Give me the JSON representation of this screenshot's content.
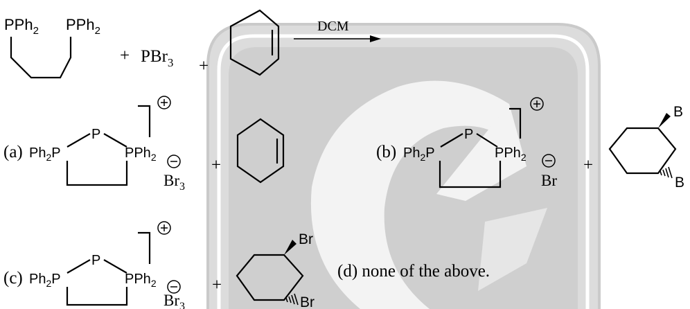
{
  "reaction": {
    "diphosphine": {
      "left_group": "PPh",
      "left_sub": "2",
      "right_group": "PPh",
      "right_sub": "2"
    },
    "plus_1": "+",
    "reagent": "PBr",
    "reagent_sub": "3",
    "plus_2": "+",
    "solvent": "DCM"
  },
  "options": {
    "a": {
      "label": "(a)",
      "p_left": "Ph",
      "p_left_sub": "2",
      "p_left_tail": "P",
      "p_top": "P",
      "p_right": "PPh",
      "p_right_sub": "2",
      "anion": "Br",
      "anion_sub": "3",
      "plus": "+"
    },
    "b": {
      "label": "(b)",
      "p_left": "Ph",
      "p_left_sub": "2",
      "p_left_tail": "P",
      "p_top": "P",
      "p_right": "PPh",
      "p_right_sub": "2",
      "anion": "Br",
      "plus": "+",
      "sub_top": "B",
      "sub_bottom": "B"
    },
    "c": {
      "label": "(c)",
      "p_left": "Ph",
      "p_left_sub": "2",
      "p_left_tail": "P",
      "p_top": "P",
      "p_right": "PPh",
      "p_right_sub": "2",
      "anion": "Br",
      "anion_sub": "3",
      "plus": "+",
      "sub_top": "Br",
      "sub_bottom": "Br"
    },
    "d": {
      "label": "(d) none of the above."
    }
  }
}
